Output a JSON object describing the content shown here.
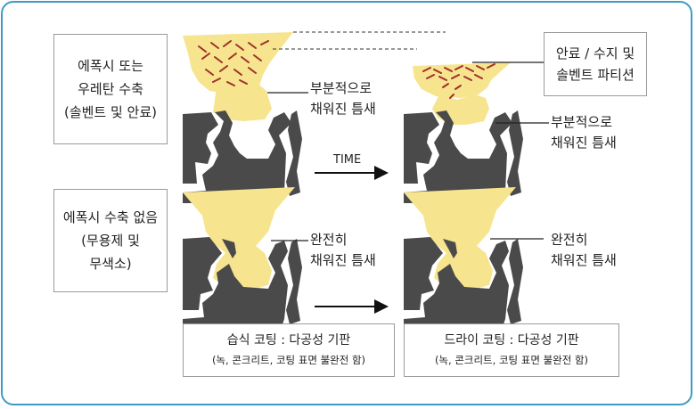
{
  "top_left_box": {
    "line1": "에폭시 또는",
    "line2": "우레탄 수축",
    "line3": "(솔벤트 및 안료)"
  },
  "bottom_left_box": {
    "line1": "에폭시 수축 없음",
    "line2": "(무용제 및",
    "line3": "무색소)"
  },
  "top_right_box": {
    "line1": "안료 / 수지 및",
    "line2": "솔벤트 파티션"
  },
  "top_mid_label": {
    "line1": "부분적으로",
    "line2": "채워진 틈새"
  },
  "top_right_label": {
    "line1": "부분적으로",
    "line2": "채워진 틈새"
  },
  "bottom_mid_label": {
    "line1": "완전히",
    "line2": "채워진 틈새"
  },
  "bottom_right_label": {
    "line1": "완전히",
    "line2": "채워진 틈새"
  },
  "time_label": "TIME",
  "caption_left": {
    "line1": "습식 코팅 : 다공성 기판",
    "line2": "(녹, 콘크리트, 코팅 표면 불완전 함)"
  },
  "caption_right": {
    "line1": "드라이 코팅 : 다공성 기판",
    "line2": "(녹, 콘크리트, 코팅 표면 불완전 함)"
  },
  "colors": {
    "border": "#3f9bc4",
    "coating": "#f7e48e",
    "substrate": "#4a4a4a",
    "particles": "#a0302a"
  }
}
